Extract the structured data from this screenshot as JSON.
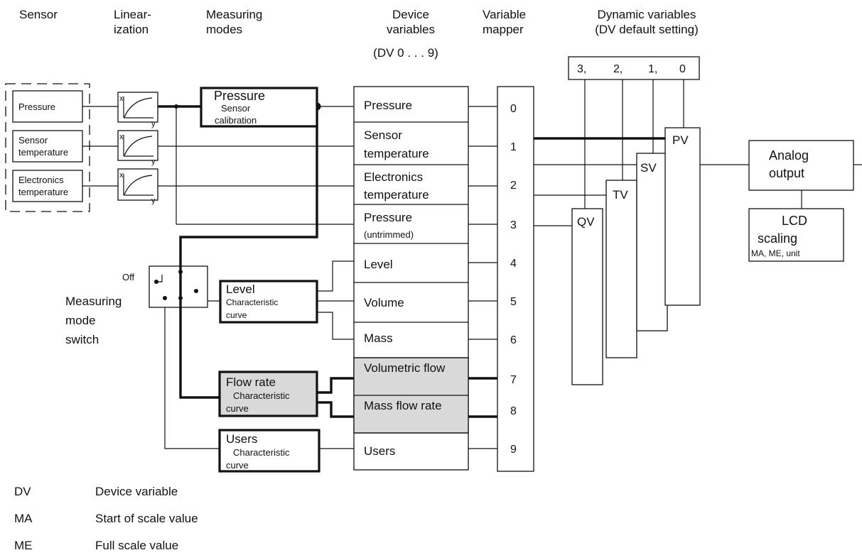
{
  "headers": {
    "sensor": "Sensor",
    "linearization_1": "Linear-",
    "linearization_2": "ization",
    "measuring_modes_1": "Measuring",
    "measuring_modes_2": "modes",
    "device_variables_1": "Device",
    "device_variables_2": "variables",
    "device_variables_3": "(DV 0 . . . 9)",
    "variable_mapper_1": "Variable",
    "variable_mapper_2": "mapper",
    "dynamic_variables_1": "Dynamic variables",
    "dynamic_variables_2": "(DV default setting)"
  },
  "sensors": {
    "pressure": "Pressure",
    "sensor_temp_1": "Sensor",
    "sensor_temp_2": "temperature",
    "electronics_temp_1": "Electronics",
    "electronics_temp_2": "temperature"
  },
  "linearization_axes": {
    "x": "x",
    "y": "y"
  },
  "pressure_mode": {
    "title": "Pressure",
    "sub_1": "Sensor",
    "sub_2": "calibration"
  },
  "measuring_mode_switch": {
    "off": "Off",
    "label_1": "Measuring",
    "label_2": "mode",
    "label_3": "switch"
  },
  "level_mode": {
    "title": "Level",
    "sub_1": "Characteristic",
    "sub_2": "curve"
  },
  "flow_mode": {
    "title": "Flow rate",
    "sub_1": "Characteristic",
    "sub_2": "curve"
  },
  "users_mode": {
    "title": "Users",
    "sub_1": "Characteristic",
    "sub_2": "curve"
  },
  "device_variables": {
    "dv0": "Pressure",
    "dv1_1": "Sensor",
    "dv1_2": "temperature",
    "dv2_1": "Electronics",
    "dv2_2": "temperature",
    "dv3_1": "Pressure",
    "dv3_2": "(untrimmed)",
    "dv4": "Level",
    "dv5": "Volume",
    "dv6": "Mass",
    "dv7": "Volumetric flow",
    "dv8": "Mass flow rate",
    "dv9": "Users"
  },
  "mapper_numbers": [
    "0",
    "1",
    "2",
    "3",
    "4",
    "5",
    "6",
    "7",
    "8",
    "9"
  ],
  "dynamic_selector": {
    "n3": "3,",
    "n2": "2,",
    "n1": "1,",
    "n0": "0"
  },
  "dynamic_vars": {
    "pv": "PV",
    "sv": "SV",
    "tv": "TV",
    "qv": "QV"
  },
  "analog_output": {
    "line_1": "Analog",
    "line_2": "output"
  },
  "lcd": {
    "line_1": "LCD",
    "line_2": "scaling",
    "line_3": "MA, ME, unit"
  },
  "legend": [
    {
      "abbr": "DV",
      "text": "Device variable"
    },
    {
      "abbr": "MA",
      "text": "Start of scale value"
    },
    {
      "abbr": "ME",
      "text": "Full scale value"
    }
  ],
  "colors": {
    "gray_fill": "#d9d9d9",
    "line": "#111111"
  }
}
